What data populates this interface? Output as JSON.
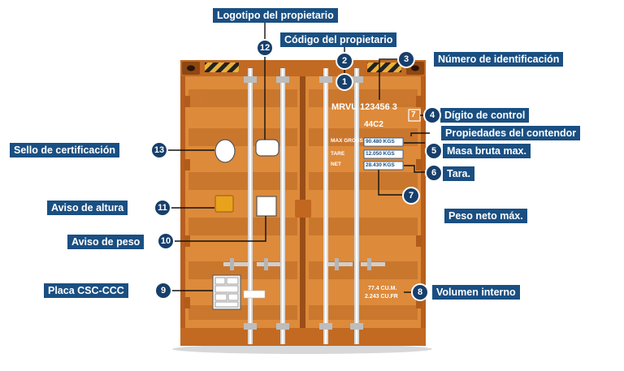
{
  "diagram": {
    "labels": {
      "owner_logo": "Logotipo del propietario",
      "owner_code": "Código del propietario",
      "id_number": "Número de identificación",
      "check_digit": "Dígito de control",
      "properties": "Propiedades del contendor",
      "max_gross": "Masa bruta max.",
      "tare": "Tara.",
      "net_weight": "Peso neto máx.",
      "internal_volume": "Volumen interno",
      "csc_plate": "Placa CSC-CCC",
      "weight_notice": "Aviso de peso",
      "height_notice": "Aviso de altura",
      "certification_seal": "Sello de certificación"
    },
    "markers": {
      "m1": "1",
      "m2": "2",
      "m3": "3",
      "m4": "4",
      "m5": "5",
      "m6": "6",
      "m7": "7",
      "m8": "8",
      "m9": "9",
      "m10": "10",
      "m11": "11",
      "m12": "12",
      "m13": "13"
    },
    "container_text": {
      "owner_code": "MRVU",
      "serial": "123456 3",
      "check_digit": "7",
      "type_code": "44C2",
      "max_gross_label": "MAX GROSS",
      "tare_label": "TARE",
      "net_label": "NET",
      "max_gross_value": "90.480 KGS",
      "tare_value": "12.050 KGS",
      "net_value": "28.430 KGS",
      "volume_cum": "77.4 CU.M.",
      "volume_cuft": "2.243 CU.FR"
    },
    "colors": {
      "container_orange": "#dd8a3a",
      "label_blue": "#1a4f82",
      "marker_blue": "#173f6b"
    }
  }
}
